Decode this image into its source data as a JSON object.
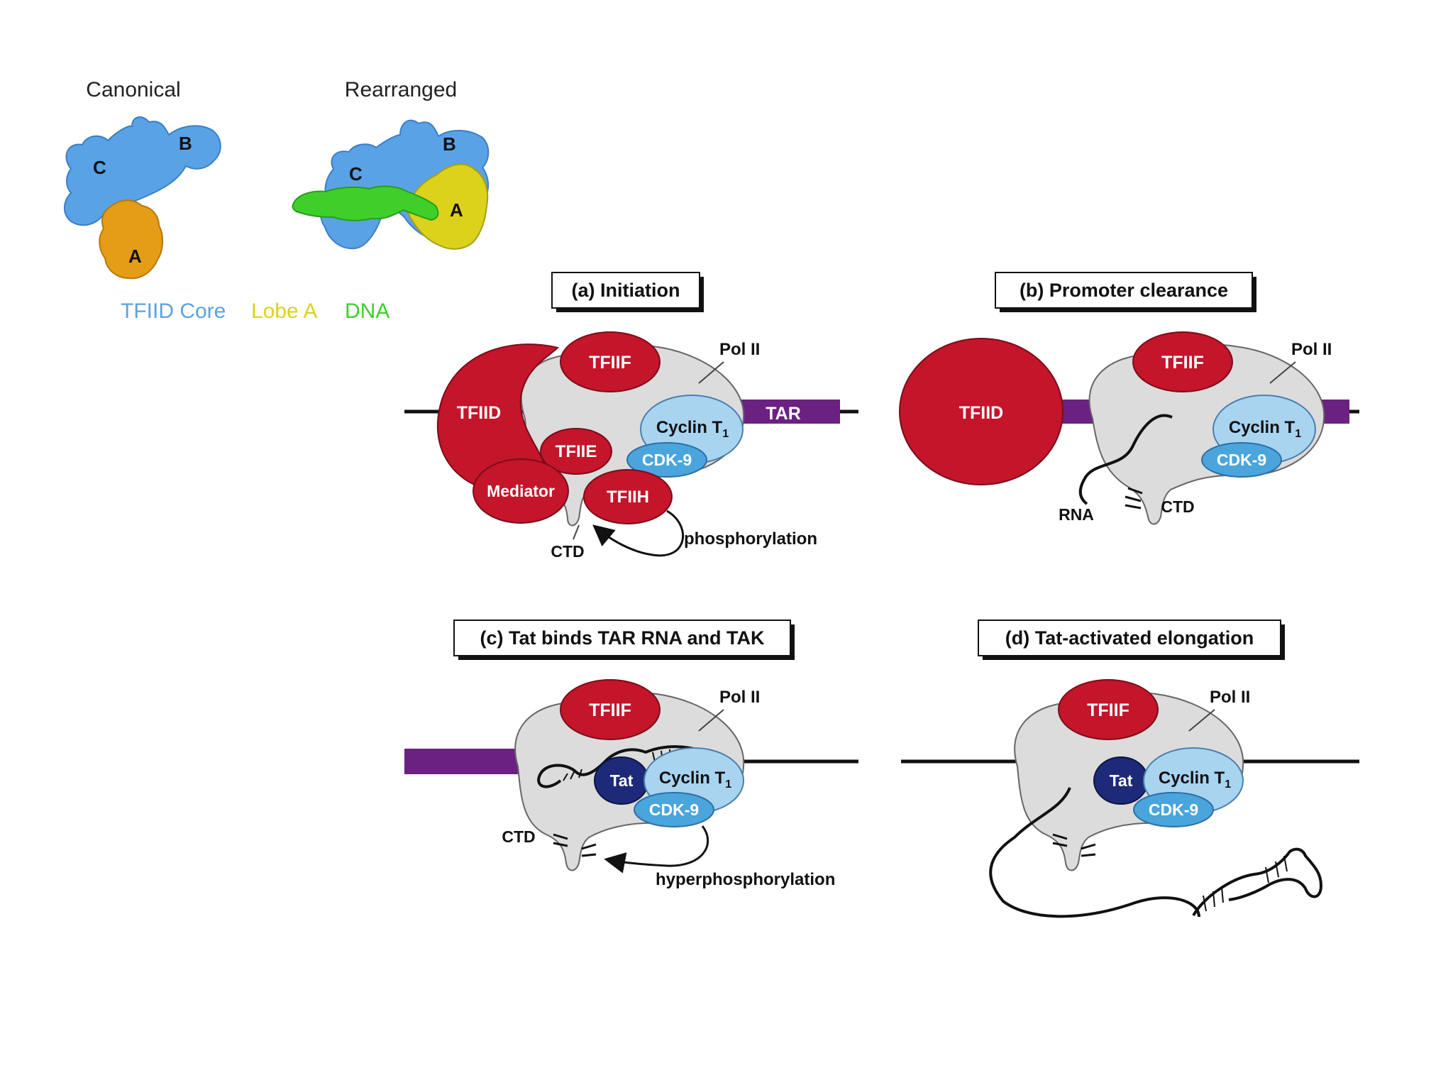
{
  "molecules": {
    "canonical_title": "Canonical",
    "rearranged_title": "Rearranged",
    "lobe_a": "A",
    "lobe_b": "B",
    "lobe_c": "C",
    "legend": {
      "core": "TFIID Core",
      "lobe": "Lobe A",
      "dna": "DNA"
    },
    "colors": {
      "core": "#5aa2e6",
      "lobe_canonical": "#e59d17",
      "lobe_rearranged": "#dcd21c",
      "dna": "#3fcf2b"
    }
  },
  "panels": {
    "a": {
      "title": "(a) Initiation",
      "tfiid": "TFIID",
      "tfiif": "TFIIF",
      "tfiie": "TFIIE",
      "tfiih": "TFIIH",
      "mediator": "Mediator",
      "pol": "Pol II",
      "tar": "TAR",
      "cyclin": "Cyclin T",
      "cyclin_sub": "1",
      "cdk": "CDK-9",
      "ctd": "CTD",
      "process": "phosphorylation"
    },
    "b": {
      "title": "(b) Promoter clearance",
      "tfiid": "TFIID",
      "tfiif": "TFIIF",
      "pol": "Pol II",
      "cyclin": "Cyclin T",
      "cyclin_sub": "1",
      "cdk": "CDK-9",
      "rna": "RNA",
      "ctd": "CTD"
    },
    "c": {
      "title": "(c) Tat binds TAR RNA and TAK",
      "tfiif": "TFIIF",
      "pol": "Pol II",
      "tat": "Tat",
      "cyclin": "Cyclin T",
      "cyclin_sub": "1",
      "cdk": "CDK-9",
      "ctd": "CTD",
      "process": "hyperphosphorylation"
    },
    "d": {
      "title": "(d) Tat-activated elongation",
      "tfiif": "TFIIF",
      "pol": "Pol II",
      "tat": "Tat",
      "cyclin": "Cyclin T",
      "cyclin_sub": "1",
      "cdk": "CDK-9"
    }
  },
  "colors": {
    "factor_red": "#c4152a",
    "pol_grey": "#dcdcdc",
    "cyclin_light": "#a8d4f0",
    "cdk_blue": "#4aa5dc",
    "tat_navy": "#1d2a7a",
    "tar_purple": "#6b2181",
    "line": "#111111"
  }
}
